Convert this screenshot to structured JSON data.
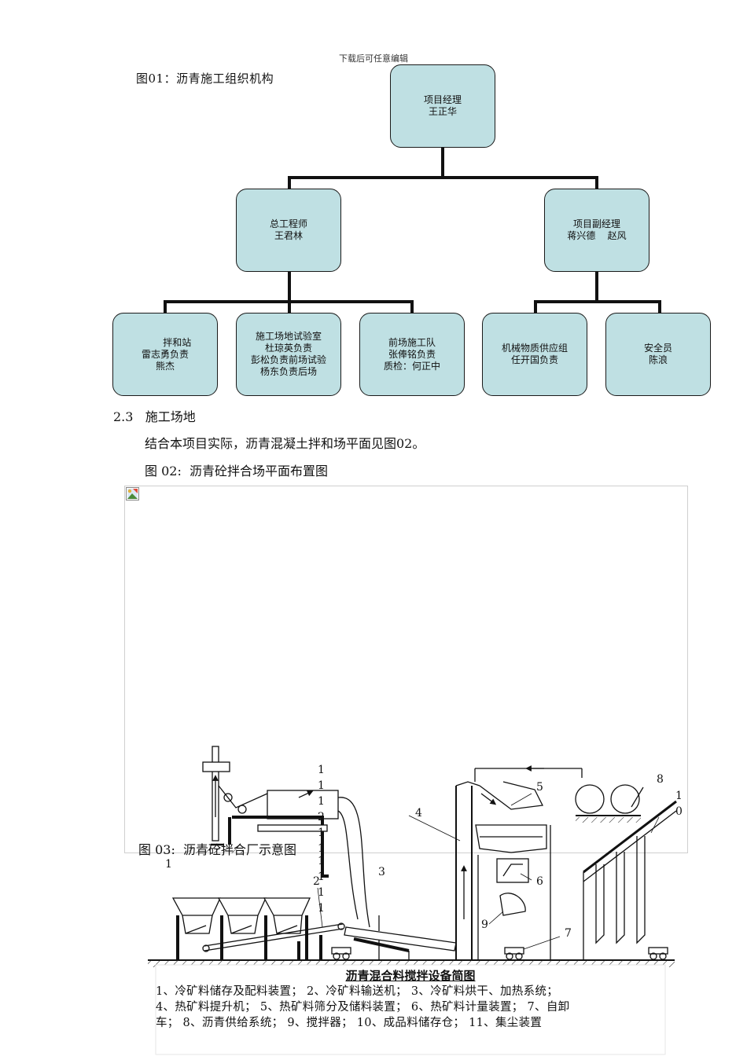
{
  "watermark": "下载后可任意编辑",
  "fig01_title": "图01：沥青施工组织机构",
  "org": {
    "top": [
      "项目经理",
      "王正华"
    ],
    "mid_left": [
      "总工程师",
      "王君林"
    ],
    "mid_right": [
      "项目副经理",
      "蒋兴德    赵风"
    ],
    "b1": [
      "        拌和站",
      "雷志勇负责",
      "熊杰"
    ],
    "b2": [
      "施工场地试验室",
      "杜琼英负责",
      "彭松负责前场试验",
      "杨东负责后场"
    ],
    "b3": [
      "前场施工队",
      "张俸铭负责",
      "质检：何正中"
    ],
    "b4": [
      "机械物质供应组",
      "任开国负责"
    ],
    "b5": [
      "安全员",
      "陈浪"
    ]
  },
  "section_heading": "2.3   施工场地",
  "paragraph": "结合本项目实际，沥青混凝土拌和场平面见图02。",
  "fig02_title": "图 02:  沥青砼拌合场平面布置图",
  "fig03_title": "图 03:  沥青砼拌合厂示意图",
  "equipment_labels": {
    "n1": "1",
    "n2": "2",
    "n3": "3",
    "n4": "4",
    "n5": "5",
    "n6": "6",
    "n7": "7",
    "n8": "8",
    "n9": "9",
    "n10a": "1",
    "n10b": "0",
    "stack_top": [
      "1",
      "1",
      "1",
      "2",
      "1",
      "1"
    ],
    "stack_bottom": [
      "1",
      "1",
      "1",
      "1"
    ]
  },
  "legend": {
    "title": "沥青混合料搅拌设备简图",
    "line1": "1、冷矿料储存及配料装置；  2、冷矿料输送机；  3、冷矿料烘干、加热系统；",
    "line2": "4、热矿料提升机；  5、热矿料筛分及储料装置；  6、热矿料计量装置；  7、自卸",
    "line3": "车；  8、沥青供给系统；  9、搅拌器；  10、成品料储存仓；  11、集尘装置"
  },
  "colors": {
    "box_fill": "#bfe0e3",
    "line": "#111111"
  }
}
